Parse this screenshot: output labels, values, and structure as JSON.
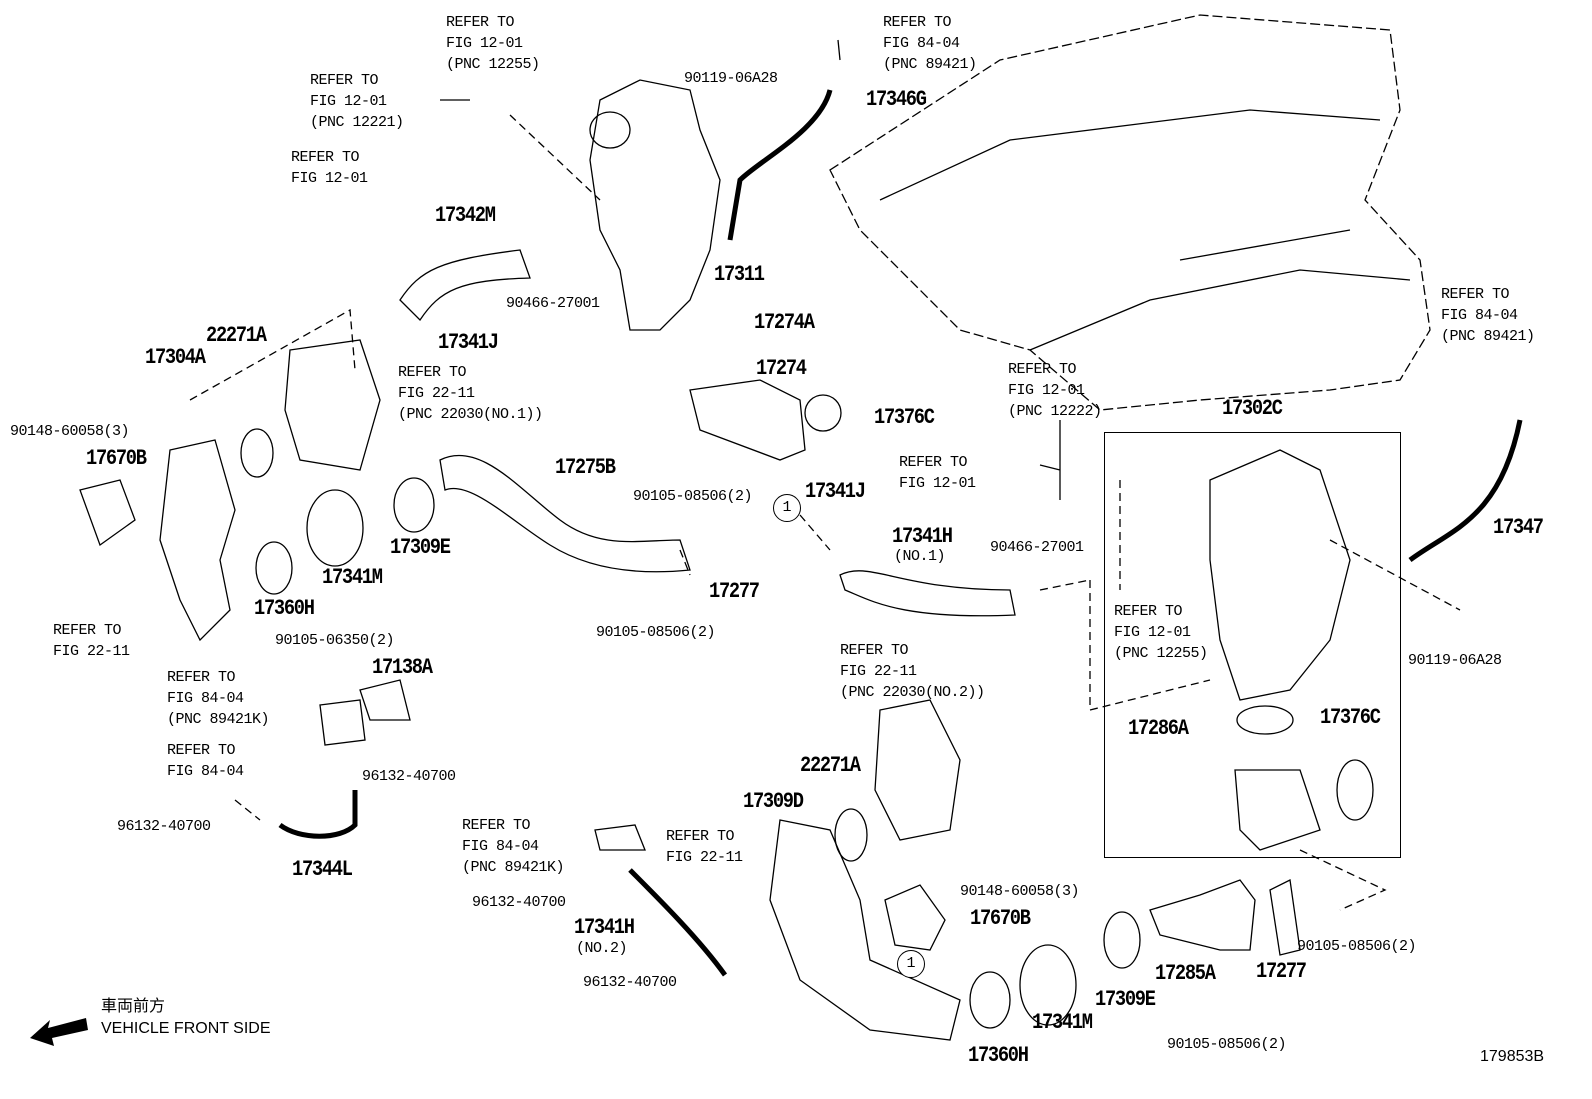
{
  "labels": [
    {
      "text": "REFER TO\nFIG 12-01\n(PNC 12255)"
    },
    {
      "text": "REFER TO\nFIG 12-01\n(PNC 12221)"
    },
    {
      "text": "REFER TO\nFIG 12-01"
    },
    {
      "text": "REFER TO\nFIG 84-04\n(PNC 89421)"
    },
    {
      "text": "90119-06A28"
    },
    {
      "text": "17346G"
    },
    {
      "text": "17342M"
    },
    {
      "text": "90466-27001"
    },
    {
      "text": "17311"
    },
    {
      "text": "17274A"
    },
    {
      "text": "22271A"
    },
    {
      "text": "17341J"
    },
    {
      "text": "17304A"
    },
    {
      "text": "REFER TO\nFIG 22-11\n(PNC 22030(NO.1))"
    },
    {
      "text": "17274"
    },
    {
      "text": "17376C"
    },
    {
      "text": "90148-60058(3)"
    },
    {
      "text": "17670B"
    },
    {
      "text": "17275B"
    },
    {
      "text": "90105-08506(2)"
    },
    {
      "text": "17341J"
    },
    {
      "text": "REFER TO\nFIG 12-01"
    },
    {
      "text": "REFER TO\nFIG 12-01\n(PNC 12222)"
    },
    {
      "text": "17302C"
    },
    {
      "text": "REFER TO\nFIG 84-04\n(PNC 89421)"
    },
    {
      "text": "17347"
    },
    {
      "text": "17341H"
    },
    {
      "text": "(NO.1)"
    },
    {
      "text": "90466-27001"
    },
    {
      "text": "17309E"
    },
    {
      "text": "17341M"
    },
    {
      "text": "17360H"
    },
    {
      "text": "17277"
    },
    {
      "text": "90105-08506(2)"
    },
    {
      "text": "REFER TO\nFIG 22-11"
    },
    {
      "text": "REFER TO\nFIG 12-01\n(PNC 12255)"
    },
    {
      "text": "90119-06A28"
    },
    {
      "text": "90105-06350(2)"
    },
    {
      "text": "17138A"
    },
    {
      "text": "REFER TO\nFIG 84-04\n(PNC 89421K)"
    },
    {
      "text": "REFER TO\nFIG 22-11\n(PNC 22030(NO.2))"
    },
    {
      "text": "17286A"
    },
    {
      "text": "17376C"
    },
    {
      "text": "REFER TO\nFIG 84-04"
    },
    {
      "text": "96132-40700"
    },
    {
      "text": "22271A"
    },
    {
      "text": "17309D"
    },
    {
      "text": "96132-40700"
    },
    {
      "text": "REFER TO\nFIG 84-04\n(PNC 89421K)"
    },
    {
      "text": "REFER TO\nFIG 22-11"
    },
    {
      "text": "17344L"
    },
    {
      "text": "90148-60058(3)"
    },
    {
      "text": "96132-40700"
    },
    {
      "text": "17670B"
    },
    {
      "text": "17341H"
    },
    {
      "text": "(NO.2)"
    },
    {
      "text": "90105-08506(2)"
    },
    {
      "text": "17285A"
    },
    {
      "text": "17277"
    },
    {
      "text": "96132-40700"
    },
    {
      "text": "17309E"
    },
    {
      "text": "17341M"
    },
    {
      "text": "90105-08506(2)"
    },
    {
      "text": "17360H"
    }
  ],
  "callouts": [
    "1",
    "1"
  ],
  "legend": {
    "text": "車両前方\nVEHICLE FRONT SIDE",
    "icon": "arrow-left-icon"
  },
  "illustration_code": "179853B"
}
